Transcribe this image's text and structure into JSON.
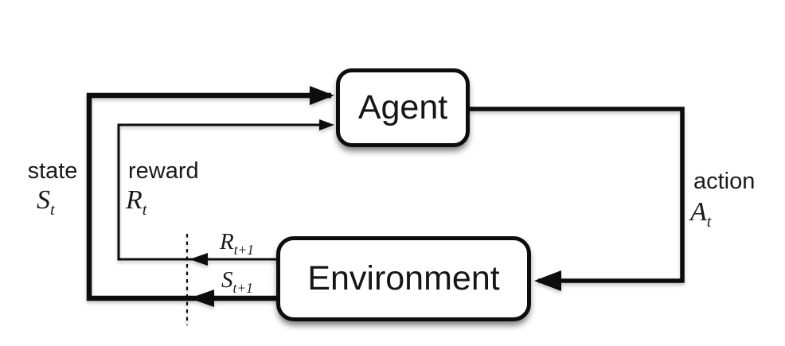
{
  "nodes": {
    "agent": {
      "label": "Agent"
    },
    "environment": {
      "label": "Environment"
    }
  },
  "labels": {
    "state": {
      "word": "state",
      "base": "S",
      "sub": "t"
    },
    "reward": {
      "word": "reward",
      "base": "R",
      "sub": "t"
    },
    "action": {
      "word": "action",
      "base": "A",
      "sub": "t"
    },
    "next_reward": {
      "base": "R",
      "sub": "t+1"
    },
    "next_state": {
      "base": "S",
      "sub": "t+1"
    }
  },
  "colors": {
    "line": "#0d0d0d",
    "background": "#ffffff",
    "box_fill": "#ffffff"
  }
}
